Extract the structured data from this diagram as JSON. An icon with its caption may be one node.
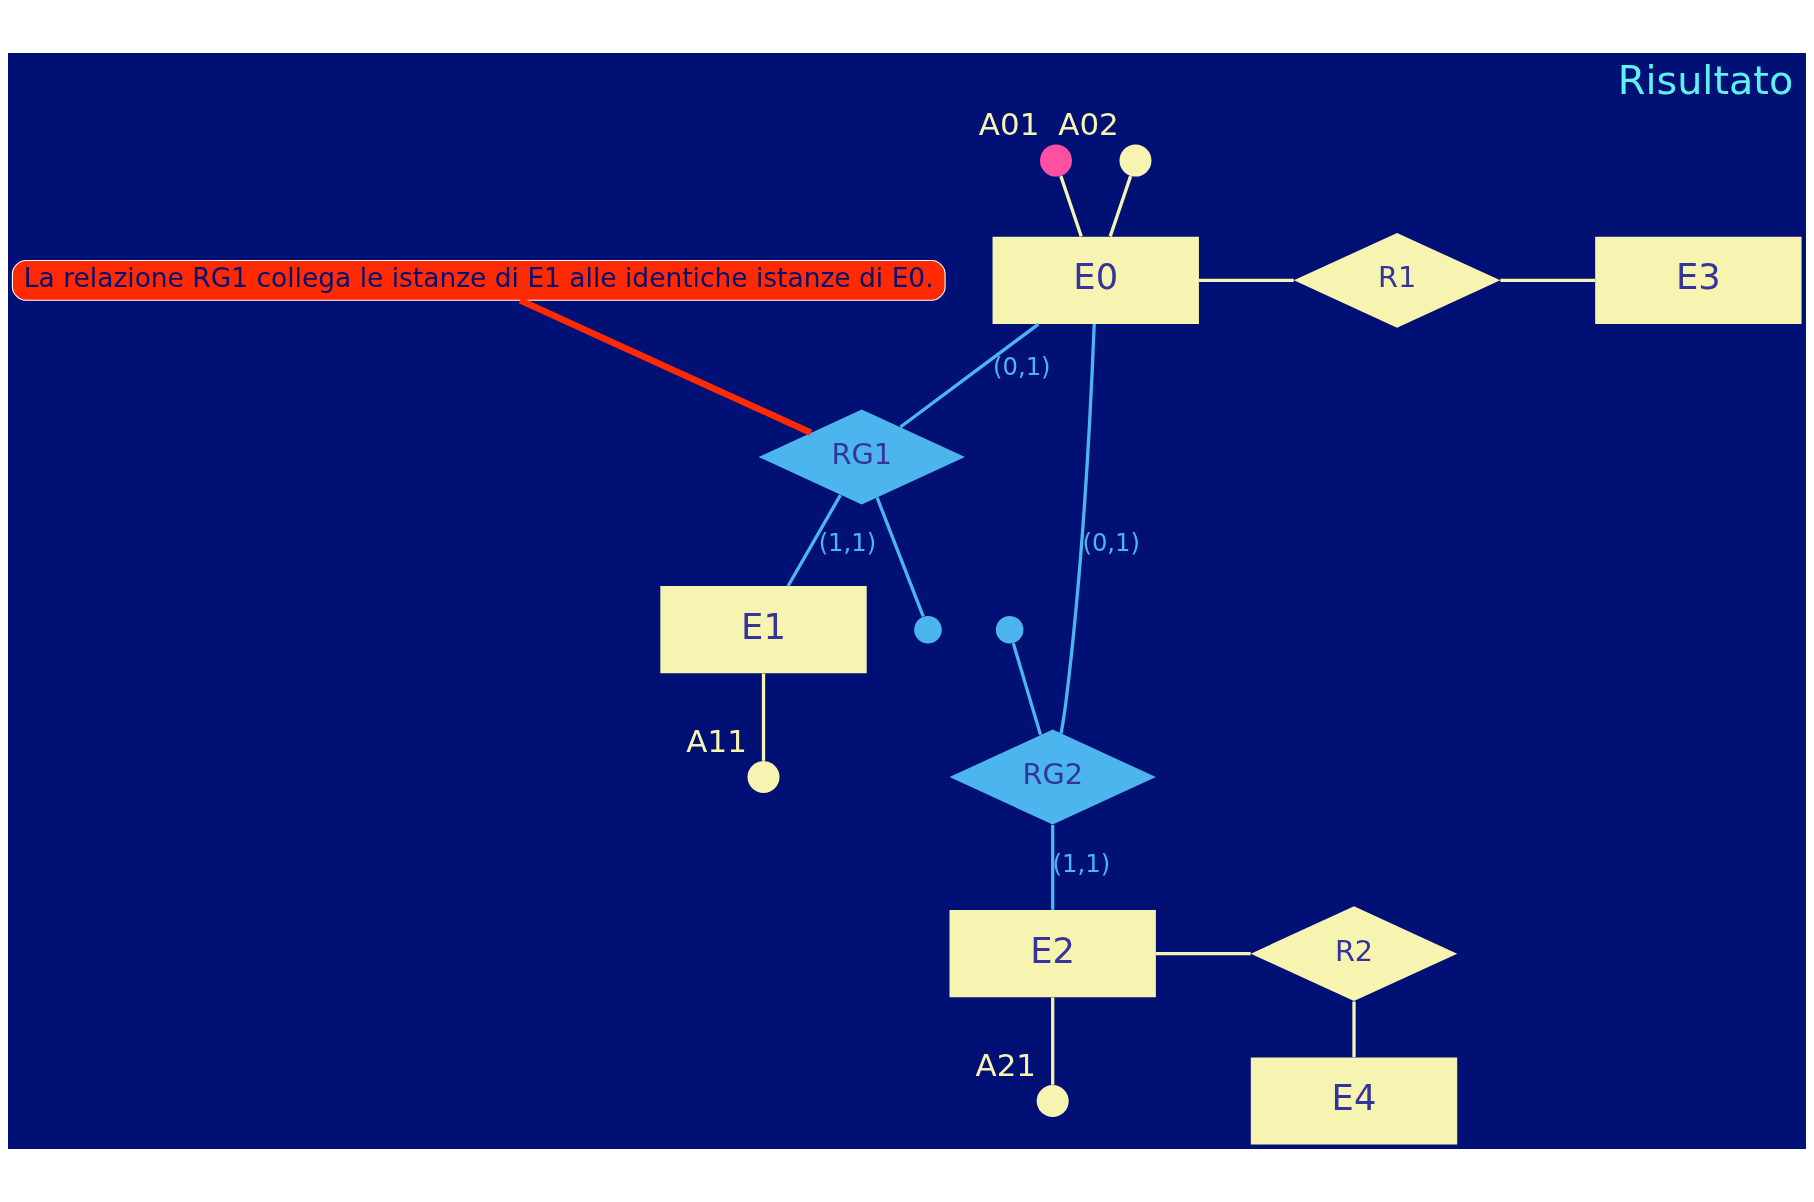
{
  "diagram": {
    "title": "Risultato",
    "nodes": [
      {
        "text": [
          "A01"
        ]
      },
      {
        "text": [
          "A02"
        ]
      },
      {
        "text": [
          "E0"
        ]
      },
      {
        "text": [
          "R1"
        ]
      },
      {
        "text": [
          "E3"
        ]
      },
      {
        "text": [
          "RG1"
        ]
      },
      {
        "text": [
          "RG2"
        ]
      },
      {
        "text": [],
        "shape": "circle"
      },
      {
        "text": [
          "E1"
        ]
      },
      {
        "text": [],
        "shape": "circle"
      },
      {
        "text": [
          "E2"
        ]
      },
      {
        "text": [
          "R2"
        ]
      },
      {
        "text": [
          "A11"
        ]
      },
      {
        "text": [
          "A21"
        ]
      },
      {
        "text": [
          "E4"
        ]
      },
      {
        "text": [
          "La relazione RG1 collega le istanze di E1 alle identiche istanze di E0."
        ]
      }
    ],
    "edges": [
      {
        "from": 0,
        "to": 2,
        "arrow": "none"
      },
      {
        "from": 1,
        "to": 2,
        "arrow": "none"
      },
      {
        "from": 2,
        "to": 3,
        "arrow": "none"
      },
      {
        "from": 3,
        "to": 4,
        "arrow": "none"
      },
      {
        "from": 2,
        "to": 5,
        "arrow": "none",
        "label": "(0,1)",
        "color": "#4db5ee"
      },
      {
        "from": 2,
        "to": 6,
        "arrow": "none",
        "label": "(0,1)",
        "color": "#4db5ee"
      },
      {
        "from": 5,
        "to": 8,
        "arrow": "none",
        "label": "(1,1)",
        "color": "#4db5ee"
      },
      {
        "from": 7,
        "to": 5,
        "arrow": "none",
        "color": "#4db5ee"
      },
      {
        "from": 6,
        "to": 10,
        "arrow": "none",
        "label": "(1,1)",
        "color": "#4db5ee"
      },
      {
        "from": 9,
        "to": 6,
        "arrow": "none",
        "color": "#4db5ee"
      },
      {
        "from": 10,
        "to": 11,
        "arrow": "none"
      },
      {
        "from": 11,
        "to": 14,
        "arrow": "none"
      },
      {
        "from": 8,
        "to": 12,
        "arrow": "none"
      },
      {
        "from": 10,
        "to": 13,
        "arrow": "none"
      },
      {
        "from": 15,
        "to": 5,
        "arrow": "none",
        "style": "thick",
        "color": "#ff2a00"
      }
    ]
  }
}
